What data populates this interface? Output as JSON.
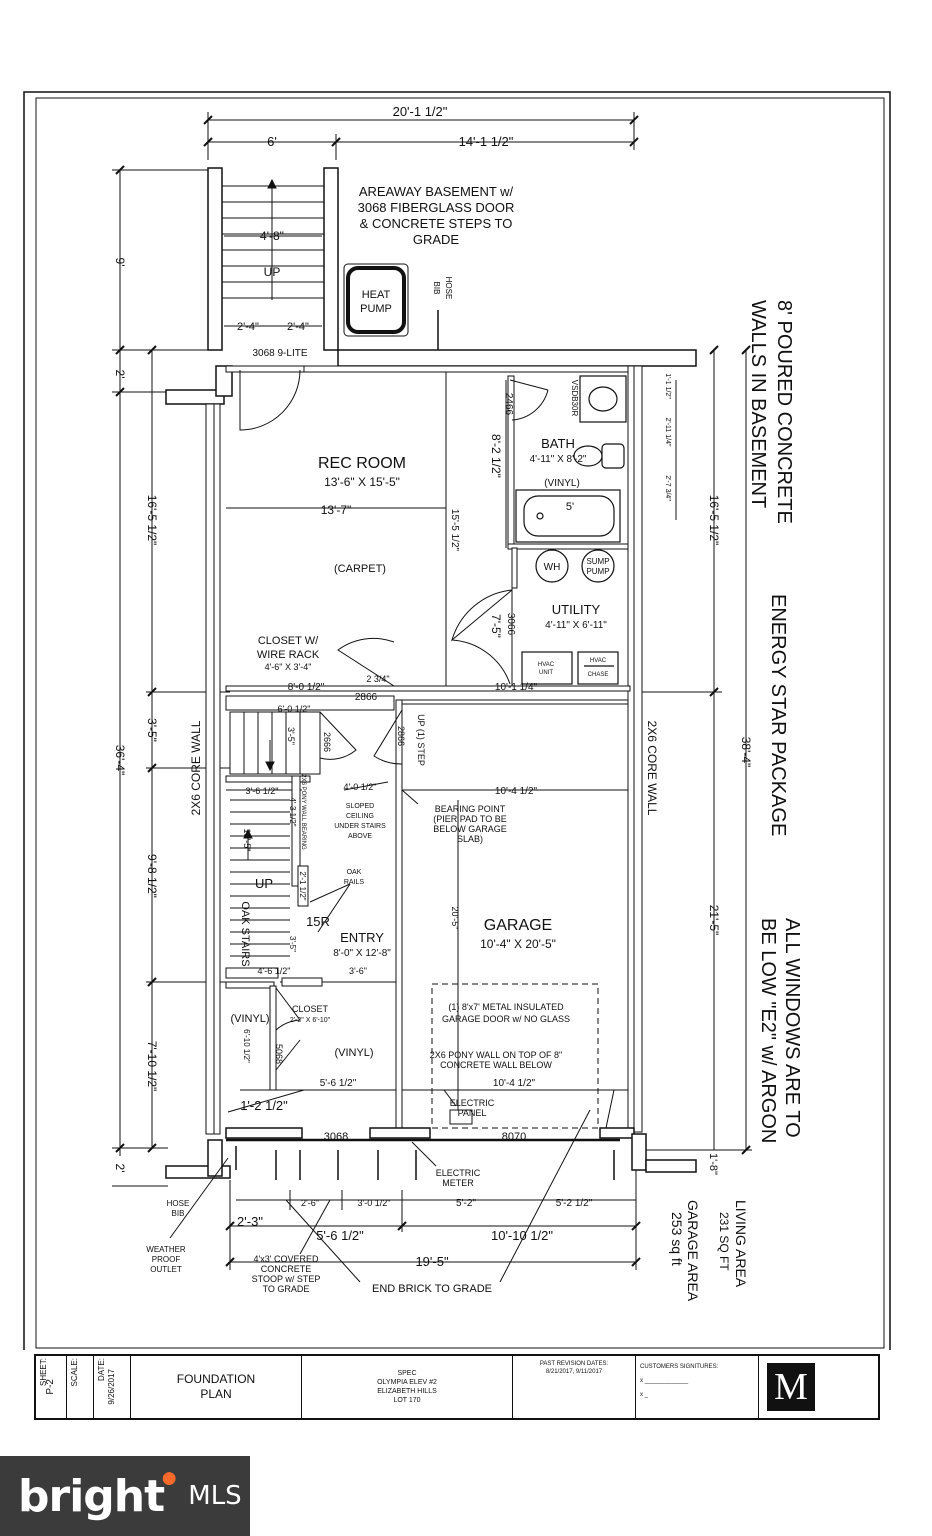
{
  "plan": {
    "dimensions": {
      "overall_top": "20'-1 1/2\"",
      "top_left": "6'",
      "top_right": "14'-1 1/2\"",
      "areaway_depth": "9'",
      "wall_2_top": "2'",
      "left_16": "16'-5 1/2\"",
      "left_35": "3'-5\"",
      "left_98": "9'-8 1/2\"",
      "left_710": "7'-10 1/2\"",
      "left_overall": "36'-4\"",
      "left_2_bottom": "2'",
      "right_16": "16'-5 1/2\"",
      "right_overall": "38'-4\"",
      "right_215": "21'-5\"",
      "right_18": "1'-8\"",
      "rec_width": "13'-7\"",
      "rec_depth": "15'-5 1/2\"",
      "bath_depth": "8'-2 1/2\"",
      "utility_depth": "7'-5\"",
      "closet_width": "8'-0 1/2\"",
      "beam_2_34": "2 3/4\"",
      "utility_width": "10'-1 1/4\"",
      "stair_width": "4'-8\"",
      "stair_half_l": "2'-4\"",
      "stair_half_r": "2'-4\"",
      "closet_d1": "6'-0 1/2\"",
      "closet_d2": "3'-5\"",
      "stair_d1": "3'-6 1/2\"",
      "stair_d2": "4'-0 1/2\"",
      "stair_d3": "13'-5\"",
      "stair_d4": "4'-3 1/2\"",
      "entry_d1": "2'-1 1/2\"",
      "entry_d2": "3'-5\"",
      "entry_d3": "4'-6 1/2\"",
      "entry_d4": "3'-6\"",
      "garage_w1": "10'-4 1/2\"",
      "garage_d1": "20'-5\"",
      "garage_w2": "10'-4 1/2\"",
      "vinyl_d": "6'-10 1/2\"",
      "entry_w": "5'-6 1/2\"",
      "left_12": "1'-2 1/2\"",
      "bath_dims_a": "1'-1 1/2\"",
      "bath_dims_b": "2'-11 1/4\"",
      "bath_dims_c": "2'-7 3/4\"",
      "bottom_23": "2'-3\"",
      "bottom_26": "2'-6\"",
      "bottom_30": "3'-0 1/2\"",
      "bottom_52a": "5'-2\"",
      "bottom_52b": "5'-2 1/2\"",
      "bottom_56": "5'-6 1/2\"",
      "bottom_1010": "10'-10 1/2\"",
      "bottom_195": "19'-5\""
    },
    "labels": {
      "areaway_1": "AREAWAY BASEMENT w/",
      "areaway_2": "3068 FIBERGLASS DOOR",
      "areaway_3": "& CONCRETE STEPS TO",
      "areaway_4": "GRADE",
      "heat_pump_1": "HEAT",
      "heat_pump_2": "PUMP",
      "hose_bib_top_1": "HOSE",
      "hose_bib_top_2": "BIB",
      "up_top": "UP",
      "door_3068_9lite": "3068 9-LITE",
      "rec_room": "REC ROOM",
      "rec_room_dims": "13'-6\" X 15'-5\"",
      "carpet": "(CARPET)",
      "bath": "BATH",
      "bath_dims": "4'-11\" X 8'-2\"",
      "bath_vinyl": "(VINYL)",
      "tub": "5'",
      "vsdb": "VSDB30R",
      "door_2466": "2466",
      "wh": "WH",
      "sump_1": "SUMP",
      "sump_2": "PUMP",
      "utility": "UTILITY",
      "utility_dims": "4'-11\" X 6'-11\"",
      "door_3066": "3066",
      "hvac_unit_1": "HVAC",
      "hvac_unit_2": "UNIT",
      "hvac_chase_1": "HVAC",
      "hvac_chase_2": "CHASE",
      "closet_wire_1": "CLOSET W/",
      "closet_wire_2": "WIRE RACK",
      "closet_wire_3": "4'-6\" X 3'-4\"",
      "door_2866": "2866",
      "door_2666": "2666",
      "door_2866b": "2866",
      "up_1_step": "UP (1) STEP",
      "sloped_1": "SLOPED",
      "sloped_2": "CEILING",
      "sloped_3": "UNDER STAIRS",
      "sloped_4": "ABOVE",
      "beam": "2X6 PONY WALL BEARING",
      "bearing_1": "BEARING POINT",
      "bearing_2": "(PIER PAD TO BE",
      "bearing_3": "BELOW GARAGE",
      "bearing_4": "SLAB)",
      "oak_rails_1": "OAK",
      "oak_rails_2": "RAILS",
      "up_stairs": "UP",
      "risers": "15R",
      "oak_stairs": "OAK STAIRS",
      "core_wall_left": "2X6 CORE WALL",
      "core_wall_right": "2X6 CORE WALL",
      "entry": "ENTRY",
      "entry_dims": "8'-0\" X 12'-8\"",
      "garage": "GARAGE",
      "garage_dims": "10'-4\" X 20'-5\"",
      "garage_door_1": "(1) 8'x7' METAL INSULATED",
      "garage_door_2": "GARAGE DOOR w/ NO GLASS",
      "pony_1": "2X6 PONY WALL ON TOP OF 8\"",
      "pony_2": "CONCRETE WALL BELOW",
      "electric_panel_1": "ELECTRIC",
      "electric_panel_2": "PANEL",
      "closet_small": "CLOSET",
      "closet_small_dims": "2'-2\" X 6'-10\"",
      "door_5068": "5068",
      "vinyl_left": "(VINYL)",
      "vinyl_entry": "(VINYL)",
      "door_3068": "3068",
      "door_8070": "8070",
      "hose_bib_bottom_1": "HOSE",
      "hose_bib_bottom_2": "BIB",
      "weather_1": "WEATHER",
      "weather_2": "PROOF",
      "weather_3": "OUTLET",
      "stoop_1": "4'x3' COVERED",
      "stoop_2": "CONCRETE",
      "stoop_3": "STOOP w/ STEP",
      "stoop_4": "TO GRADE",
      "electric_meter_1": "ELECTRIC",
      "electric_meter_2": "METER",
      "end_brick": "END BRICK TO GRADE",
      "note_walls_1": "8' POURED CONCRETE",
      "note_walls_2": "WALLS IN BASEMENT",
      "note_energy": "ENERGY STAR PACKAGE",
      "note_windows_1": "ALL WINDOWS ARE TO",
      "note_windows_2": "BE LOW \"E2\" w/ ARGON",
      "living_area_1": "LIVING AREA",
      "living_area_2": "231 SQ FT",
      "garage_area_1": "GARAGE AREA",
      "garage_area_2": "253 sq ft"
    }
  },
  "title_block": {
    "sheet_label": "SHEET:",
    "sheet_value": "P-2",
    "scale_label": "SCALE:",
    "date_label": "DATE:",
    "date_value": "9/26/2017",
    "title_1": "FOUNDATION",
    "title_2": "PLAN",
    "spec_1": "SPEC",
    "spec_2": "OLYMPIA ELEV #2",
    "spec_3": "ELIZABETH HILLS",
    "spec_4": "LOT 170",
    "revision_label": "PAST REVISION DATES:",
    "revision_value": "8/21/2017, 9/11/2017",
    "customers_label": "CUSTOMERS SIGNITURES:",
    "sig_1": "x _____________",
    "sig_2": "x _",
    "logo": "M"
  },
  "watermark": {
    "brand": "bright",
    "suffix": "MLS"
  }
}
